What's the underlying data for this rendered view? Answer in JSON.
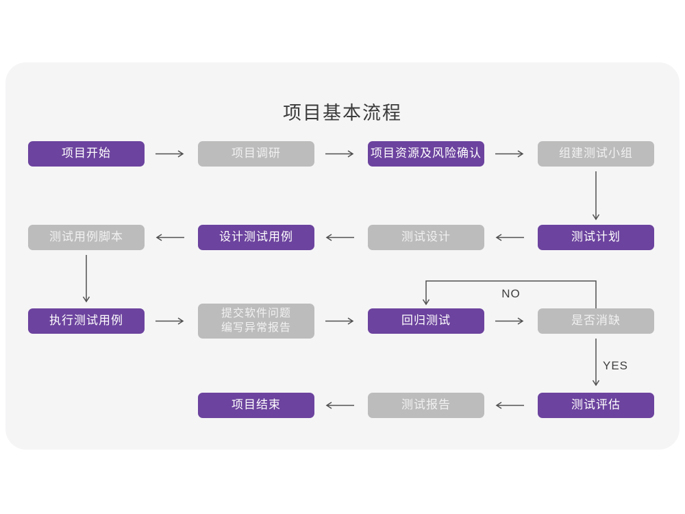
{
  "page": {
    "title": "项目基本流程"
  },
  "theme": {
    "page": "#FFFFFF",
    "card": "#F5F5F6",
    "purple": "#6C439E",
    "gray": "#BCBCBC",
    "arrow": "#4F4F4F",
    "title": "#3A3A3A"
  },
  "flow": {
    "nodes": [
      {
        "id": "project-start",
        "label": "项目开始",
        "variant": "purple"
      },
      {
        "id": "project-research",
        "label": "项目调研",
        "variant": "gray"
      },
      {
        "id": "resource-risk-confirm",
        "label": "项目资源及风险确认",
        "variant": "purple"
      },
      {
        "id": "build-test-team",
        "label": "组建测试小组",
        "variant": "gray"
      },
      {
        "id": "test-plan",
        "label": "测试计划",
        "variant": "purple"
      },
      {
        "id": "test-design",
        "label": "测试设计",
        "variant": "gray"
      },
      {
        "id": "design-test-cases",
        "label": "设计测试用例",
        "variant": "purple"
      },
      {
        "id": "test-case-scripts",
        "label": "测试用例脚本",
        "variant": "gray"
      },
      {
        "id": "execute-test-cases",
        "label": "执行测试用例",
        "variant": "purple"
      },
      {
        "id": "submit-issues-report",
        "label": "提交软件问题",
        "label2": "编写异常报告",
        "variant": "gray"
      },
      {
        "id": "regression-test",
        "label": "回归测试",
        "variant": "purple"
      },
      {
        "id": "defect-resolved-check",
        "label": "是否消缺",
        "variant": "gray"
      },
      {
        "id": "test-evaluation",
        "label": "测试评估",
        "variant": "purple"
      },
      {
        "id": "test-report",
        "label": "测试报告",
        "variant": "gray"
      },
      {
        "id": "project-end",
        "label": "项目结束",
        "variant": "purple"
      }
    ],
    "edge_labels": {
      "no": "NO",
      "yes": "YES"
    }
  }
}
